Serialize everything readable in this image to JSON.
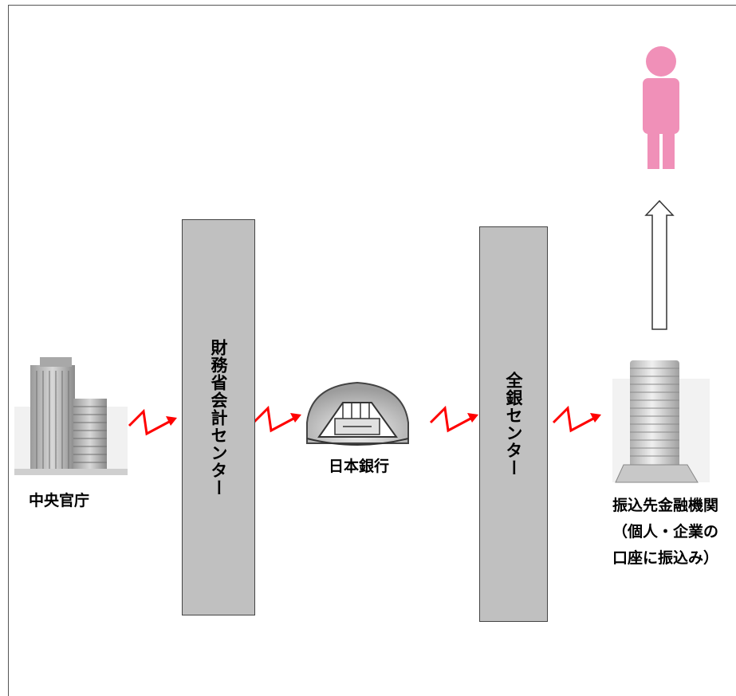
{
  "nodes": {
    "ministry": {
      "label": "中央官庁"
    },
    "mof_center": {
      "label": "財務省会計センター"
    },
    "boj": {
      "label": "日本銀行"
    },
    "zengin_center": {
      "label": "全銀センター"
    },
    "destination": {
      "label_lines": [
        "振込先金融機関",
        "（個人・企業の",
        "口座に振込み）"
      ]
    }
  },
  "icons": [
    "office-buildings-icon",
    "bank-of-japan-building-icon",
    "tower-building-icon",
    "person-icon",
    "lightning-arrow-icon",
    "up-arrow-icon"
  ],
  "colors": {
    "pillar": "#c0c0c0",
    "flow_arrow": "#ff0000",
    "person": "#f090b8"
  }
}
